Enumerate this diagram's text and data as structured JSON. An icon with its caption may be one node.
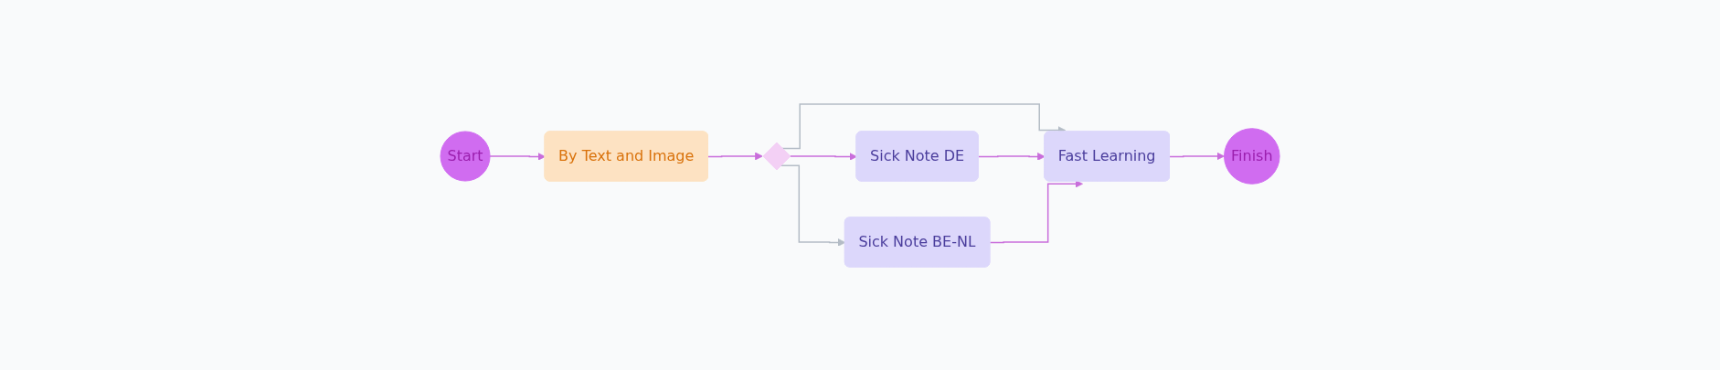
{
  "diagram": {
    "nodes": [
      {
        "text": [
          "Start"
        ]
      },
      {
        "text": [
          "By Text and Image"
        ]
      },
      {
        "text": [],
        "shape": "diamond"
      },
      {
        "text": [
          "Sick Note DE"
        ]
      },
      {
        "text": [
          "Sick Note BE-NL"
        ]
      },
      {
        "text": [
          "Fast Learning"
        ]
      },
      {
        "text": [
          "Finish"
        ]
      }
    ],
    "edges": [
      {
        "from": 0,
        "to": 1,
        "arrow": "to"
      },
      {
        "from": 1,
        "to": 2,
        "arrow": "to"
      },
      {
        "from": 2,
        "to": 3,
        "arrow": "to"
      },
      {
        "from": 2,
        "to": 5,
        "arrow": "to",
        "color": "#b4bcc6"
      },
      {
        "from": 2,
        "to": 4,
        "arrow": "to",
        "color": "#b4bcc6"
      },
      {
        "from": 3,
        "to": 5,
        "arrow": "to"
      },
      {
        "from": 4,
        "to": 5,
        "arrow": "to"
      },
      {
        "from": 5,
        "to": 6,
        "arrow": "to"
      }
    ]
  }
}
